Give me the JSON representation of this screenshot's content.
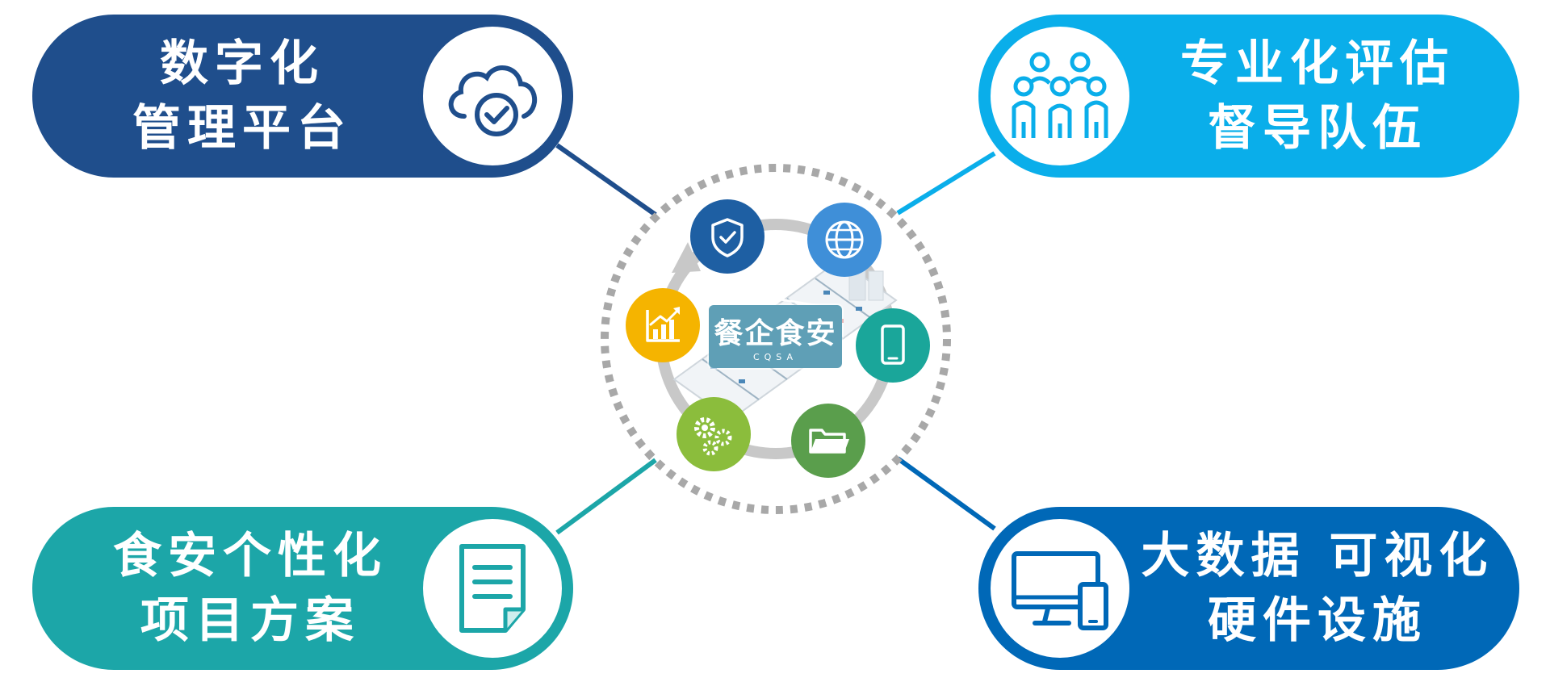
{
  "nodes": {
    "top_left": {
      "line1": "数字化",
      "line2": "管理平台",
      "color": "#1f4e8c",
      "icon": "cloud-check-icon"
    },
    "top_right": {
      "line1": "专业化评估",
      "line2": "督导队伍",
      "color": "#0aaeea",
      "icon": "team-icon"
    },
    "bottom_left": {
      "line1": "食安个性化",
      "line2": "项目方案",
      "color": "#1ca6a8",
      "icon": "document-icon"
    },
    "bottom_right": {
      "line1": "大数据 可视化",
      "line2": "硬件设施",
      "color": "#0068b7",
      "icon": "monitor-phone-icon"
    }
  },
  "hub": {
    "logo_text": "餐企食安",
    "logo_abbr": "CQSA",
    "logo_color": "#5f9fb6",
    "ring_color": "#a8a8a8",
    "icons": [
      {
        "name": "shield-check-icon",
        "color": "#1e5fa3"
      },
      {
        "name": "globe-icon",
        "color": "#3f8fd8"
      },
      {
        "name": "smartphone-icon",
        "color": "#1aa69a"
      },
      {
        "name": "folder-icon",
        "color": "#5a9e4c"
      },
      {
        "name": "gears-icon",
        "color": "#8bbd3c"
      },
      {
        "name": "growth-chart-icon",
        "color": "#f5b400"
      }
    ]
  }
}
